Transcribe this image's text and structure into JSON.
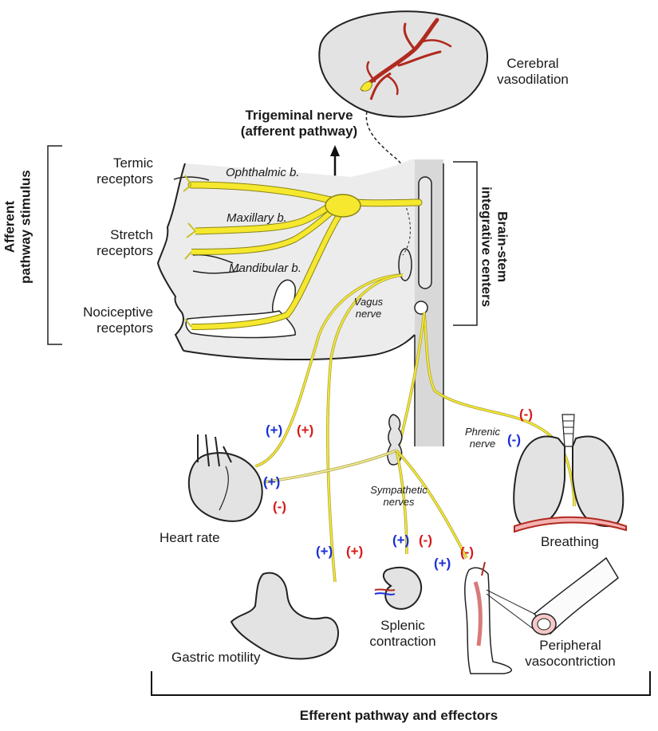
{
  "labels": {
    "cerebral_vasodilation": "Cerebral\nvasodilation",
    "trigeminal_nerve": "Trigeminal nerve\n(afferent pathway)",
    "afferent_stimulus": "Afferent\npathway stimulus",
    "termic_receptors": "Termic\nreceptors",
    "stretch_receptors": "Stretch\nreceptors",
    "nociceptive_receptors": "Nociceptive\nreceptors",
    "ophthalmic": "Ophthalmic b.",
    "maxillary": "Maxillary b.",
    "mandibular": "Mandibular b.",
    "brainstem_centers": "Brain-stem\nintegrative centers",
    "vagus_nerve": "Vagus\nnerve",
    "phrenic_nerve": "Phrenic\nnerve",
    "sympathetic_nerves": "Sympathetic\nnerves",
    "heart_rate": "Heart rate",
    "breathing": "Breathing",
    "gastric_motility": "Gastric motility",
    "splenic_contraction": "Splenic\ncontraction",
    "peripheral_vasoconstriction": "Peripheral\nvasocontriction",
    "efferent_pathway": "Efferent pathway and effectors"
  },
  "signs": {
    "heart_vagal_plus_blue": "(+)",
    "heart_vagal_plus_red": "(+)",
    "heart_symp_plus_blue": "(+)",
    "heart_symp_minus_red": "(-)",
    "gastric_plus_blue": "(+)",
    "gastric_plus_red": "(+)",
    "spleen_plus_blue": "(+)",
    "spleen_minus_red": "(-)",
    "vessel_plus_blue": "(+)",
    "vessel_minus_red": "(-)",
    "phrenic_minus_red": "(-)",
    "phrenic_minus_blue": "(-)"
  },
  "colors": {
    "nerve": "#f5e82e",
    "nerve_outline": "#8a8416",
    "organ_fill": "#e3e3e3",
    "outline": "#222222",
    "artery": "#b02a1f",
    "plus_blue": "#1a2fd6",
    "minus_red": "#d81a1a"
  }
}
